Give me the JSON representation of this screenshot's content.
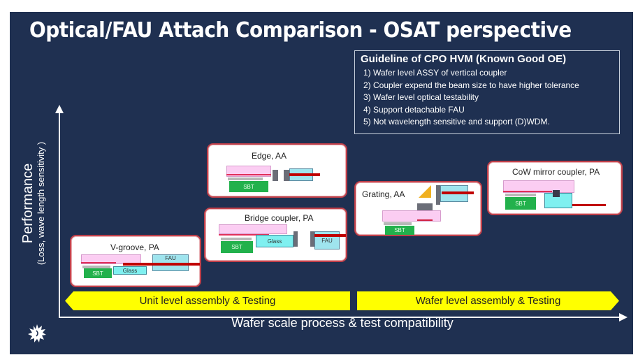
{
  "slide": {
    "title": "Optical/FAU Attach Comparison - OSAT perspective",
    "background_color": "#1f3051",
    "logo_icon": "sun-face-logo-icon"
  },
  "guideline": {
    "heading": "Guideline of CPO HVM (Known Good OE)",
    "items": [
      "1) Wafer level ASSY of vertical coupler",
      "2) Coupler expend the beam size to have higher tolerance",
      "3) Wafer level optical testability",
      "4) Support detachable FAU",
      "5) Not wavelength sensitive and support (D)WDM."
    ]
  },
  "axes": {
    "y_label": "Performance",
    "y_sublabel": "(Loss, wave length sensitivity )",
    "x_label": "Wafer scale process & test compatibility"
  },
  "bands": {
    "left": "Unit level  assembly  & Testing",
    "right": "Wafer level  assembly  & Testing",
    "color": "#ffff00"
  },
  "cards": {
    "vgroove": {
      "title": "V-groove, PA",
      "sbt": "SBT",
      "glass": "Glass",
      "fau": "FAU"
    },
    "edge": {
      "title": "Edge, AA",
      "sbt": "SBT"
    },
    "bridge": {
      "title": "Bridge coupler, PA",
      "sbt": "SBT",
      "glass": "Glass",
      "fau": "FAU"
    },
    "grating": {
      "title": "Grating, AA",
      "sbt": "SBT"
    },
    "cow": {
      "title": "CoW mirror coupler, PA",
      "sbt": "SBT"
    }
  },
  "colors": {
    "card_border": "#c0404a",
    "substrate": "#22b14c",
    "chip": "#fbcdf2",
    "fiber": "#c00000",
    "glass": "#7ff0f0"
  }
}
